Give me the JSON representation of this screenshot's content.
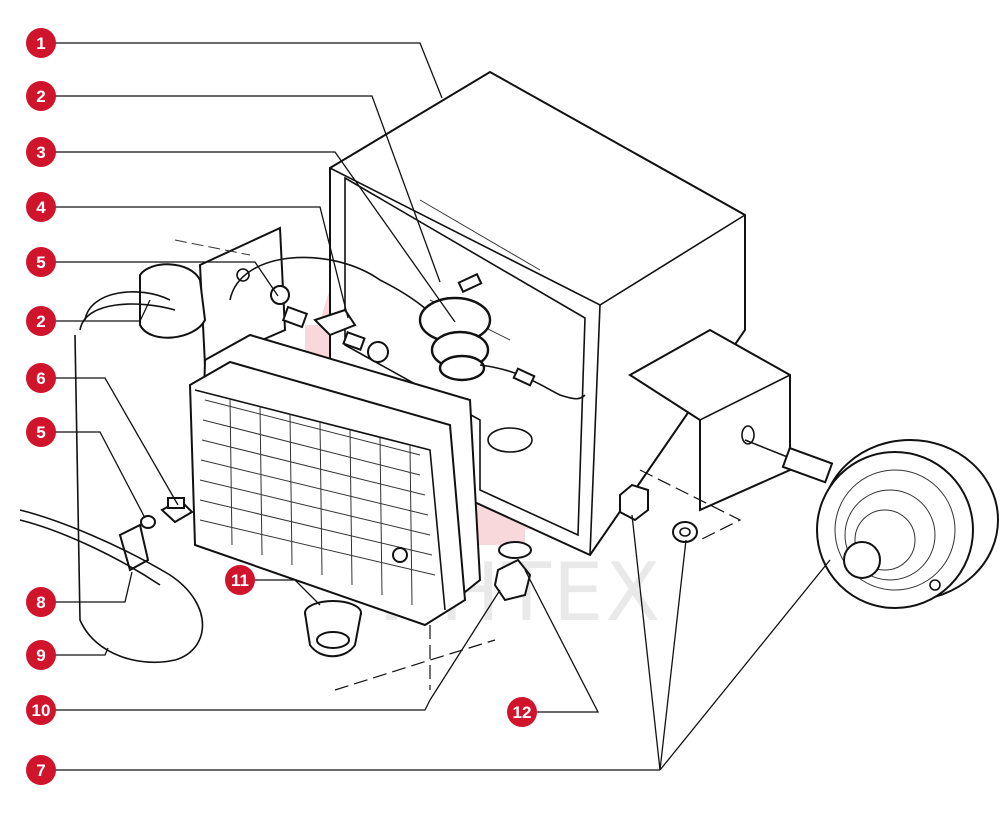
{
  "accent_color": "#d0142c",
  "watermark": {
    "text": "ИНТЕХ",
    "gear_color": "#f3b9bd"
  },
  "callouts": [
    {
      "number": "1"
    },
    {
      "number": "2"
    },
    {
      "number": "3"
    },
    {
      "number": "4"
    },
    {
      "number": "5"
    },
    {
      "number": "2"
    },
    {
      "number": "6"
    },
    {
      "number": "5"
    },
    {
      "number": "8"
    },
    {
      "number": "9"
    },
    {
      "number": "10"
    },
    {
      "number": "7"
    },
    {
      "number": "11"
    },
    {
      "number": "12"
    }
  ]
}
